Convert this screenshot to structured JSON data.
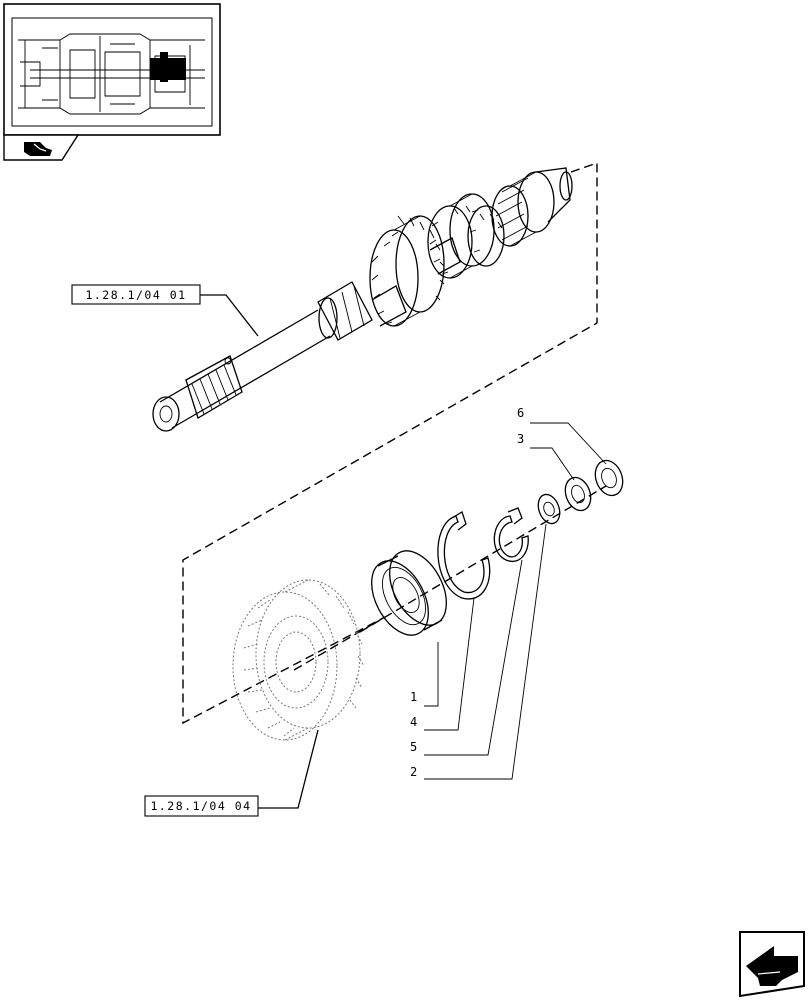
{
  "references": {
    "top": "1.28.1/04 01",
    "bottom": "1.28.1/04 04"
  },
  "callouts": {
    "item_6": "6",
    "item_3": "3",
    "item_1": "1",
    "item_4": "4",
    "item_5": "5",
    "item_2": "2"
  },
  "icons": {
    "corner_nav": "previous-page-arrow-icon",
    "thumbnail_badge": "vehicle-badge-icon"
  }
}
